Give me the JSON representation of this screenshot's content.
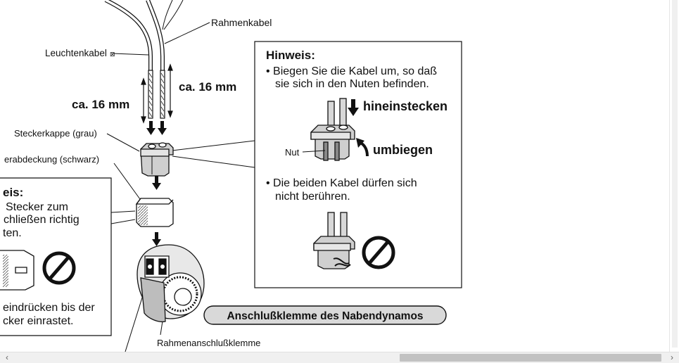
{
  "labels": {
    "rahmenkabel": "Rahmenkabel",
    "leuchtenkabel": "Leuchtenkabel",
    "ca16_right": "ca. 16 mm",
    "ca16_left": "ca. 16 mm",
    "steckerkappe": "Steckerkappe (grau)",
    "abdeckung": "erabdeckung (schwarz)",
    "rahmenanschluss": "Rahmenanschlußklemme"
  },
  "hinweis_right": {
    "title": "Hinweis:",
    "bullet1_line1": "• Biegen Sie die Kabel um, so daß",
    "bullet1_line2": "sie sich in den Nuten befinden.",
    "hineinstecken": "hineinstecken",
    "umbiegen": "umbiegen",
    "nut": "Nut",
    "bullet2_line1": "• Die beiden Kabel dürfen sich",
    "bullet2_line2": "nicht berühren."
  },
  "hinweis_left": {
    "title": "eis:",
    "line1": "Stecker zum",
    "line2": "chließen richtig",
    "line3": "ten.",
    "line4": "eindrücken bis der",
    "line5": "cker einrastet."
  },
  "caption": "Anschlußklemme des Nabendynamos",
  "icons": {
    "prohibited": "prohibited-icon",
    "arrow_down": "arrow-down-icon",
    "scroll_left": "chevron-left-icon",
    "scroll_right": "chevron-right-icon"
  },
  "colors": {
    "stroke": "#111111",
    "caption_bg": "#d9d9d9",
    "scrollbar_thumb": "#c2c2c2"
  }
}
